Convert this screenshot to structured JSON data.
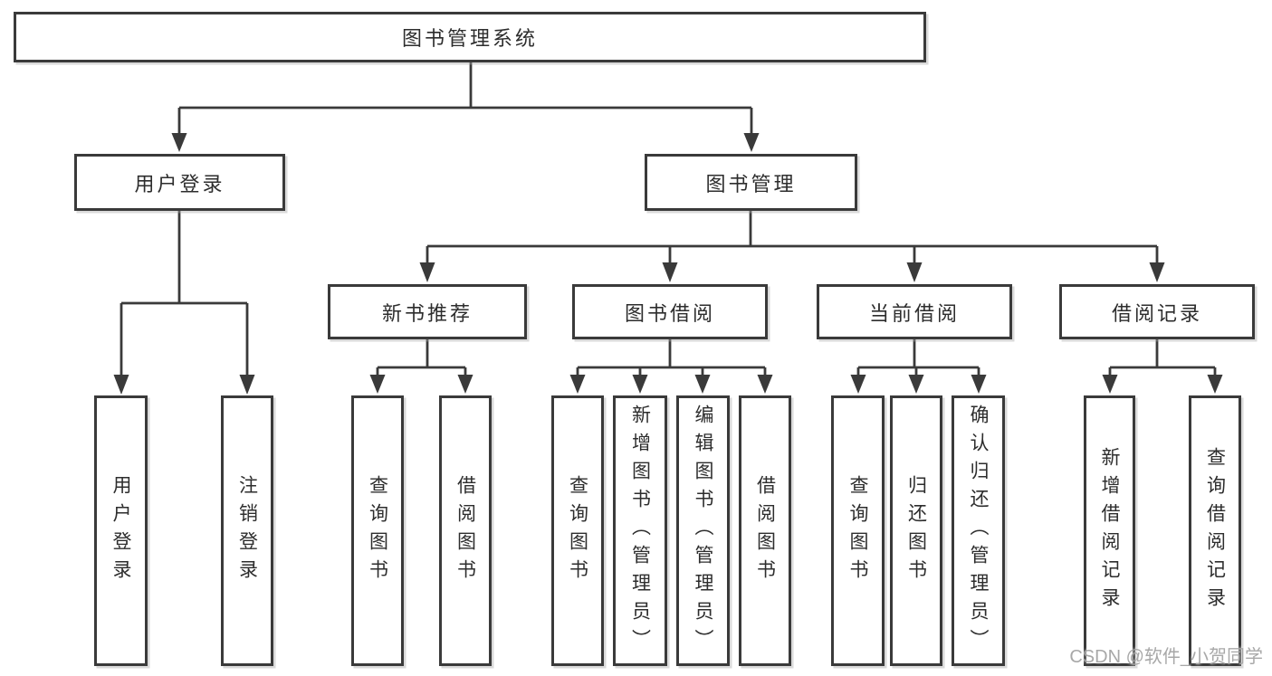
{
  "tree": {
    "root": "图书管理系统",
    "level2": [
      "用户登录",
      "图书管理"
    ],
    "level3": [
      "新书推荐",
      "图书借阅",
      "当前借阅",
      "借阅记录"
    ],
    "leaves": {
      "login": [
        "用户登录",
        "注销登录"
      ],
      "recommend": [
        "查询图书",
        "借阅图书"
      ],
      "borrow": [
        "查询图书",
        "新增图书（管理员）",
        "编辑图书（管理员）",
        "借阅图书"
      ],
      "current": [
        "查询图书",
        "归还图书",
        "确认归还（管理员）"
      ],
      "record": [
        "新增借阅记录",
        "查询借阅记录"
      ]
    }
  },
  "watermark": "CSDN @软件_小贺同学",
  "colors": {
    "line": "#3a3a3a",
    "box_border": "#3a3a3a",
    "text": "#2d2d2d",
    "watermark": "#a3a3a3",
    "background": "#ffffff"
  }
}
